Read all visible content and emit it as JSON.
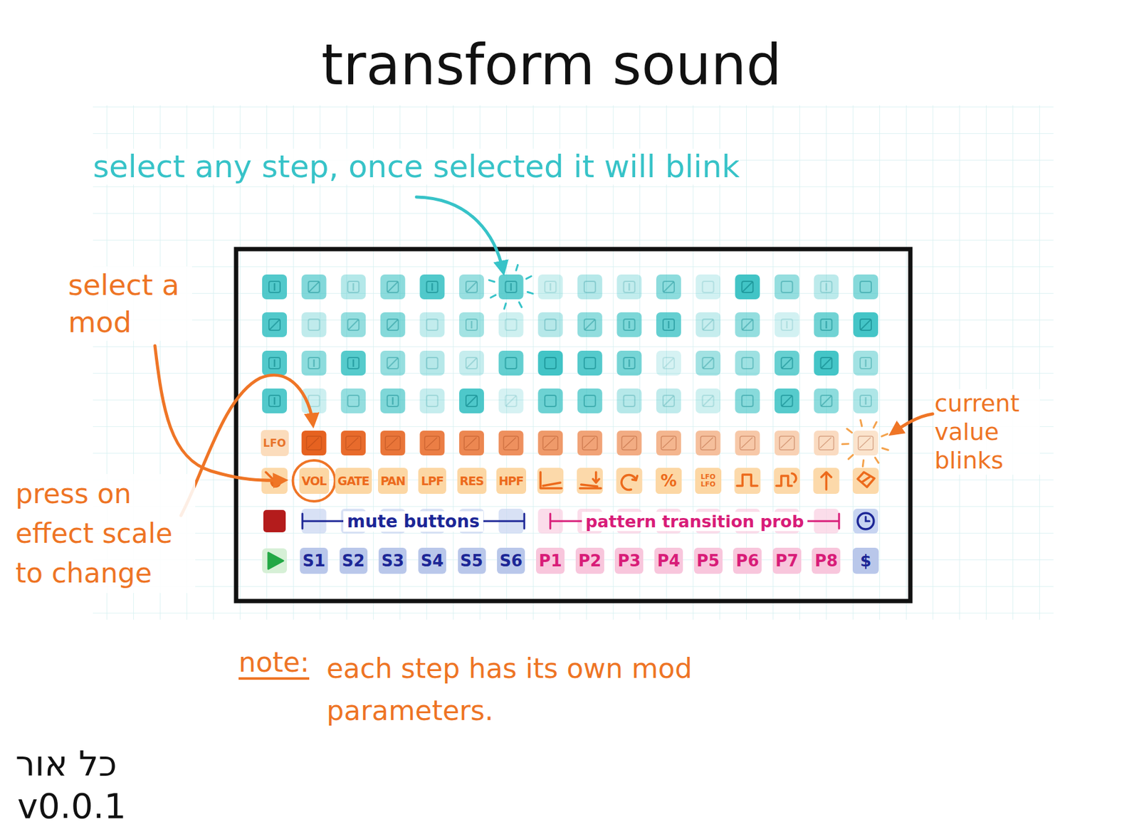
{
  "diagram": {
    "title": "transform sound",
    "nodes": [
      {
        "text": [
          "LFO"
        ]
      },
      {
        "text": [
          "VOL"
        ]
      },
      {
        "text": [
          "GATE"
        ]
      },
      {
        "text": [
          "PAN"
        ]
      },
      {
        "text": [
          "LPF"
        ]
      },
      {
        "text": [
          "RES"
        ]
      },
      {
        "text": [
          "HPF"
        ]
      },
      {
        "text": [
          "%"
        ]
      },
      {
        "text": [
          "LFO LFO"
        ]
      },
      {
        "text": [
          "S1"
        ]
      },
      {
        "text": [
          "S2"
        ]
      },
      {
        "text": [
          "S3"
        ]
      },
      {
        "text": [
          "S4"
        ]
      },
      {
        "text": [
          "S5"
        ]
      },
      {
        "text": [
          "S6"
        ]
      },
      {
        "text": [
          "P1"
        ]
      },
      {
        "text": [
          "P2"
        ]
      },
      {
        "text": [
          "P3"
        ]
      },
      {
        "text": [
          "P4"
        ]
      },
      {
        "text": [
          "P5"
        ]
      },
      {
        "text": [
          "P6"
        ]
      },
      {
        "text": [
          "P7"
        ]
      },
      {
        "text": [
          "P8"
        ]
      },
      {
        "text": [
          "$"
        ]
      }
    ],
    "labels": [
      "select any step, once selected it will blink",
      "select a mod",
      "current value blinks",
      "press on effect scale to change",
      "mute buttons",
      "pattern transition prob",
      "note:",
      "each step has its own mod parameters.",
      "כל אור",
      "v0.0.1"
    ]
  }
}
